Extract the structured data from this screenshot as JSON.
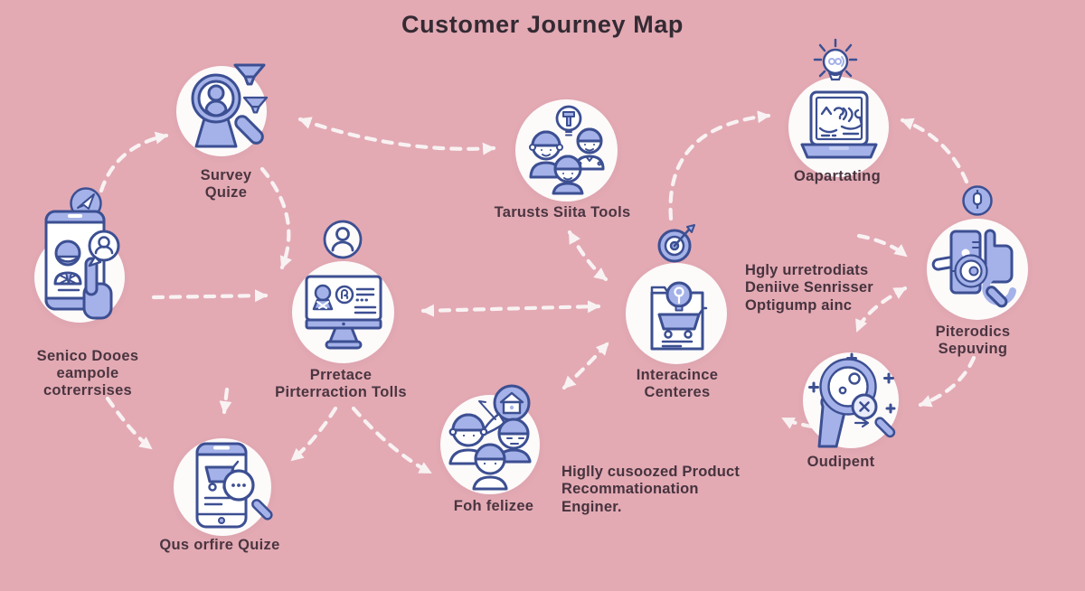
{
  "title": "Customer Journey Map",
  "nodes": {
    "survey": {
      "label": [
        "Survey",
        "Quize"
      ]
    },
    "senico": {
      "label": [
        "Senico Dooes",
        "eampole",
        "cotrerrsises"
      ]
    },
    "prretace": {
      "label": [
        "Prretace",
        "Pirterraction Tolls"
      ]
    },
    "tarusts": {
      "label": [
        "Tarusts Siita Tools"
      ]
    },
    "oapartating": {
      "label": [
        "Oapartating"
      ]
    },
    "piterodics": {
      "label": [
        "Piterodics",
        "Sepuving"
      ]
    },
    "interacince": {
      "label": [
        "Interacince",
        "Centeres"
      ]
    },
    "oudipent": {
      "label": [
        "Oudipent"
      ]
    },
    "fonfelizee": {
      "label": [
        "Foh felizee"
      ]
    },
    "qusorfire": {
      "label": [
        "Qus orfire Quize"
      ]
    }
  },
  "annotations": {
    "right": [
      "Hgly urretrodiats",
      "Deniive Senrisser",
      "Optigump ainc"
    ],
    "bottom": [
      "Higlly cusoozed Product",
      "Recommationation",
      "Enginer."
    ]
  },
  "colors": {
    "background": "#e3aab4",
    "node_background": "#fdfafa",
    "icon_fill": "#a5b2e9",
    "icon_fill_light": "#cfd7f4",
    "icon_stroke": "#3c4f92",
    "arrow": "#f9f2f3",
    "label_text": "#4a3540",
    "title_text": "#342a33"
  }
}
